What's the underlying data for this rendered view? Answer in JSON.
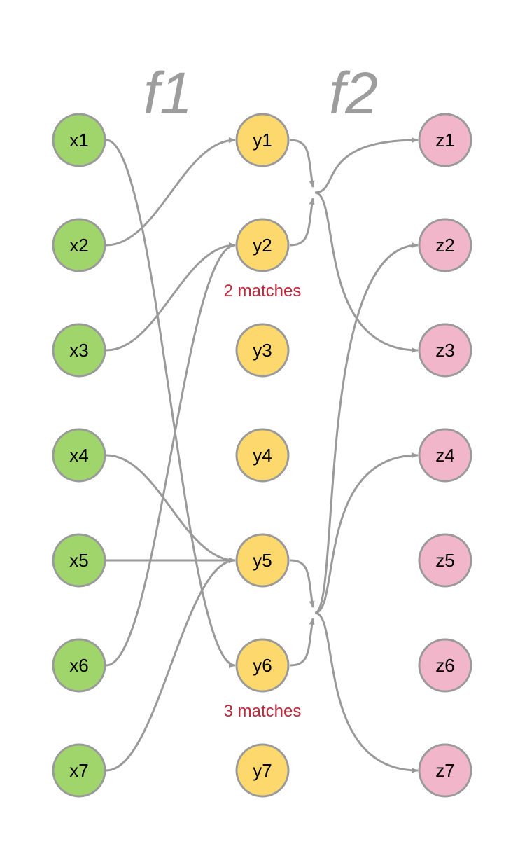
{
  "functions": {
    "f1": "f1",
    "f2": "f2"
  },
  "colors": {
    "x_fill": "#a0d56c",
    "y_fill": "#fdd96d",
    "z_fill": "#f2b6ca",
    "node_stroke": "#9a9a9a",
    "edge": "#9a9a9a",
    "function_label": "#9d9d9d",
    "match_note": "#c0283a"
  },
  "columns": {
    "x": [
      "x1",
      "x2",
      "x3",
      "x4",
      "x5",
      "x6",
      "x7"
    ],
    "y": [
      "y1",
      "y2",
      "y3",
      "y4",
      "y5",
      "y6",
      "y7"
    ],
    "z": [
      "z1",
      "z2",
      "z3",
      "z4",
      "z5",
      "z6",
      "z7"
    ]
  },
  "f1_mapping": [
    {
      "from": "x1",
      "to": "y6"
    },
    {
      "from": "x2",
      "to": "y1"
    },
    {
      "from": "x3",
      "to": "y2"
    },
    {
      "from": "x4",
      "to": "y5"
    },
    {
      "from": "x5",
      "to": "y5"
    },
    {
      "from": "x6",
      "to": "y2"
    },
    {
      "from": "x7",
      "to": "y5"
    }
  ],
  "f2_mapping": [
    {
      "sources": [
        "y1",
        "y2"
      ],
      "targets": [
        "z1",
        "z3"
      ]
    },
    {
      "sources": [
        "y5",
        "y6"
      ],
      "targets": [
        "z2",
        "z4",
        "z7"
      ]
    }
  ],
  "annotations": [
    {
      "text": "2 matches",
      "below": "y2"
    },
    {
      "text": "3 matches",
      "below": "y6"
    }
  ]
}
